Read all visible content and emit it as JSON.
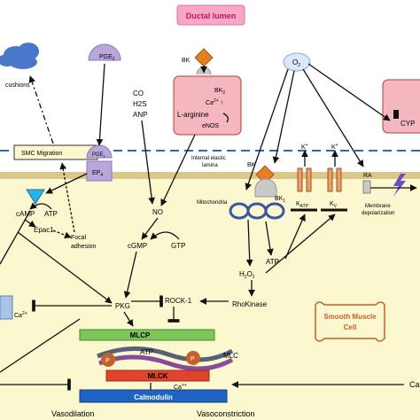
{
  "labels": {
    "ductal_lumen": "Ductal lumen",
    "cushions": "cushions",
    "pge2_top": "PGE",
    "pge2_top_sub": "2",
    "pge2_lower": "PGE",
    "pge2_lower_sub": "2",
    "ep4": "EP",
    "ep4_sub": "4",
    "co": "CO",
    "h2s": "H2S",
    "anp": "ANP",
    "bk_top": "BK",
    "bk2": "BK",
    "bk2_sub": "2",
    "ca_up": "Ca",
    "ca_up_sup": "2+",
    "l_arginine": "L-arginine",
    "enos": "eNOS",
    "internal_elastic": "Internal elastic",
    "lamina": "lamina",
    "o2": "O",
    "o2_sub": "2",
    "cyp": "CYP",
    "smc_migration": "SMC Migration",
    "camp": "cAMP",
    "atp_left": "ATP",
    "epac1": "Epac1",
    "focal": "Focal",
    "adhesion": "adhesion",
    "no": "NO",
    "cgmp": "cGMP",
    "gtp": "GTP",
    "pkg": "PKG",
    "rock1": "ROCK-1",
    "ca_left": "Ca",
    "ca_left_sup": "2+",
    "mitochondria": "Mitochondria",
    "h2o2": "H",
    "h2o2_mid": "2",
    "h2o2_o": "O",
    "h2o2_end": "2",
    "rhokinase": "RhoKinase",
    "atp_mid": "ATP",
    "bk_mid": "BK",
    "bk1": "BK",
    "bk1_sub": "1",
    "k_left": "K",
    "k_left_sup": "+",
    "k_right": "K",
    "k_right_sup": "+",
    "katp": "K",
    "katp_sub": "ATP",
    "kv": "K",
    "kv_sub": "V",
    "ra": "RA",
    "membrane": "Membrane",
    "depolarization": "depolarization",
    "smooth_muscle": "Smooth Muscle",
    "cell": "Cell",
    "mlcp": "MLCP",
    "mlc": "MLC",
    "mlck": "MLCK",
    "atp_mlc": "ATP",
    "p_left": "P",
    "p_right": "P",
    "ca_calmodulin": "Ca",
    "ca_calmodulin_sup": "++",
    "calmodulin": "Calmodulin",
    "ca_right_edge": "Ca",
    "vasodilation": "Vasodilation",
    "vasoconstriction": "Vasoconstriction"
  },
  "colors": {
    "lumen_bg": "#ffffff",
    "cell_bg": "#fbf7cf",
    "membrane": "#d9c889",
    "dash_line": "#2b6cb0",
    "pink_box": "#f4b6bf",
    "pink_border": "#c0392b",
    "purple_receptor": "#b8a7da",
    "diamond": "#e67e22",
    "mito": "#3a55a6",
    "channel": "#e8a06a",
    "mlcp_bar": "#7fc45a",
    "mlck_bar": "#e0442c",
    "calmodulin_bar": "#1f63c4",
    "cloud": "#4a78c8",
    "triangle_blue": "#2bb3e6",
    "lightning": "#6a4fc9"
  }
}
